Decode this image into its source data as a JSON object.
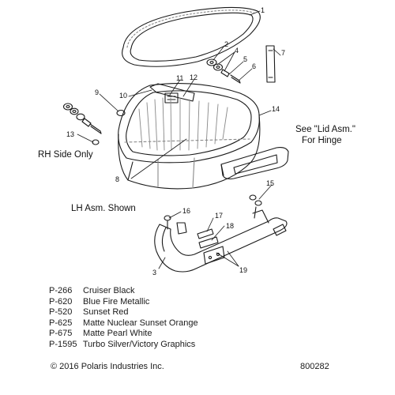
{
  "callouts": {
    "c1": "1",
    "c2": "2",
    "c3": "3",
    "c4": "4",
    "c5": "5",
    "c6": "6",
    "c7": "7",
    "c8": "8",
    "c9": "9",
    "c10": "10",
    "c11": "11",
    "c12": "12",
    "c13": "13",
    "c14": "14",
    "c15": "15",
    "c16": "16",
    "c17": "17",
    "c18": "18",
    "c19": "19"
  },
  "notes": {
    "rh_side": "RH Side Only",
    "lid_line1": "See \"Lid Asm.\"",
    "lid_line2": "For Hinge",
    "lh_shown": "LH Asm. Shown"
  },
  "paint_codes": [
    {
      "code": "P-266",
      "name": "Cruiser Black"
    },
    {
      "code": "P-620",
      "name": "Blue Fire Metallic"
    },
    {
      "code": "P-520",
      "name": "Sunset Red"
    },
    {
      "code": "P-625",
      "name": "Matte Nuclear Sunset Orange"
    },
    {
      "code": "P-675",
      "name": "Matte Pearl White"
    },
    {
      "code": "P-1595",
      "name": "Turbo Silver/Victory Graphics"
    }
  ],
  "footer": {
    "copyright": "© 2016 Polaris Industries Inc.",
    "drawing_number": "800282"
  },
  "colors": {
    "line": "#1a1a1a",
    "shade": "#888888",
    "background": "#ffffff"
  }
}
